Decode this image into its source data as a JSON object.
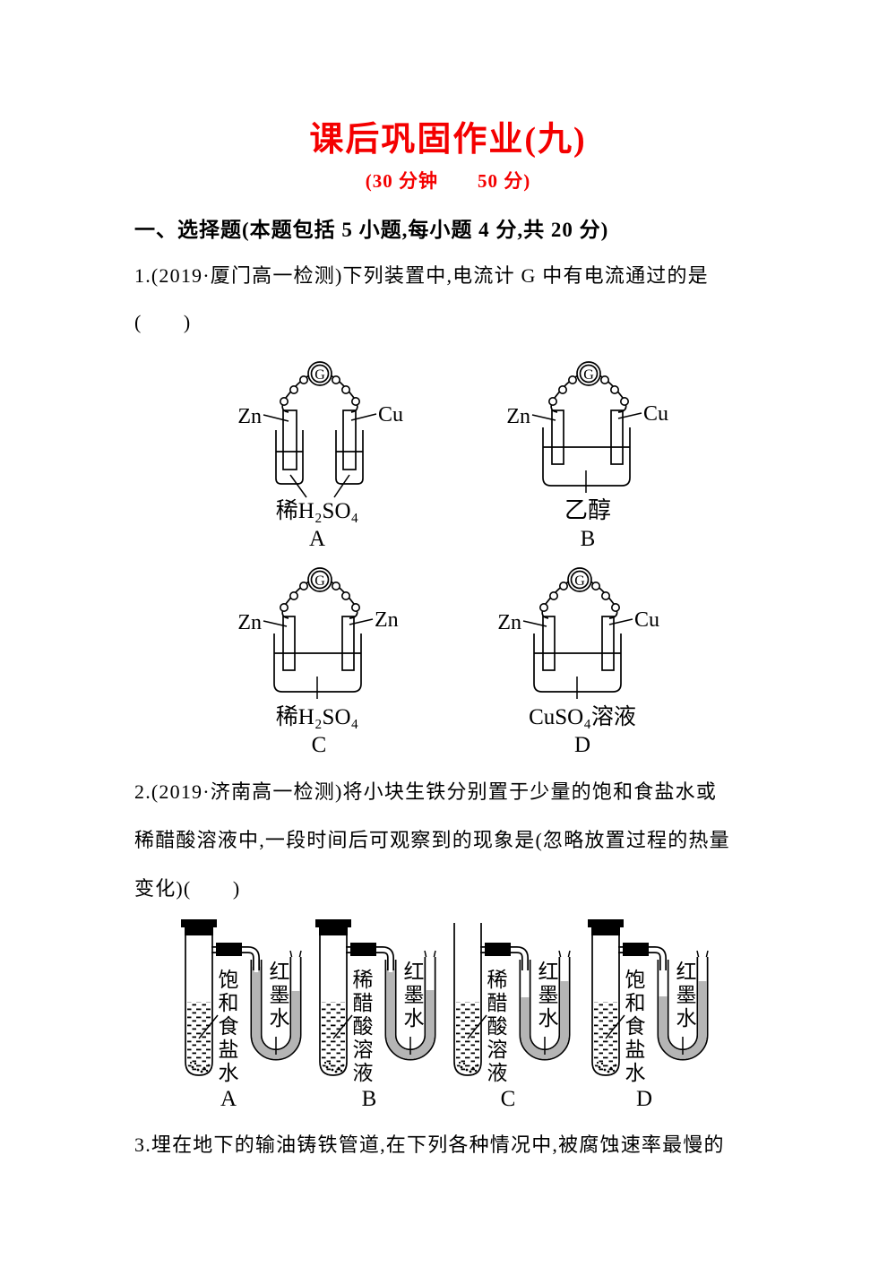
{
  "page": {
    "title": "课后巩固作业(九)",
    "subtitle": "(30 分钟　　50 分)",
    "section_heading": "一、选择题(本题包括 5 小题,每小题 4 分,共 20 分)"
  },
  "q1": {
    "line1": "1.(2019·厦门高一检测)下列装置中,电流计 G 中有电流通过的是",
    "answer_blank": "(　　)",
    "diagrams": [
      {
        "letter": "A",
        "meter": "G",
        "left_electrode": "Zn",
        "right_electrode": "Cu",
        "solution": "稀H₂SO₄",
        "vessel": "two separate beakers"
      },
      {
        "letter": "B",
        "meter": "G",
        "left_electrode": "Zn",
        "right_electrode": "Cu",
        "solution": "乙醇",
        "vessel": "single beaker"
      },
      {
        "letter": "C",
        "meter": "G",
        "left_electrode": "Zn",
        "right_electrode": "Zn",
        "solution": "稀H₂SO₄",
        "vessel": "single beaker"
      },
      {
        "letter": "D",
        "meter": "G",
        "left_electrode": "Zn",
        "right_electrode": "Cu",
        "solution": "CuSO₄溶液",
        "vessel": "single beaker"
      }
    ]
  },
  "q2": {
    "line1": "2.(2019·济南高一检测)将小块生铁分别置于少量的饱和食盐水或",
    "line2": "稀醋酸溶液中,一段时间后可观察到的现象是(忽略放置过程的热量",
    "line3": "变化)(　　)",
    "diagrams": [
      {
        "letter": "A",
        "solution": "饱和食盐水",
        "ink": "红墨水",
        "capped": true,
        "ink_level": "left-high"
      },
      {
        "letter": "B",
        "solution": "稀醋酸溶液",
        "ink": "红墨水",
        "capped": true,
        "ink_level": "left-high"
      },
      {
        "letter": "C",
        "solution": "稀醋酸溶液",
        "ink": "红墨水",
        "capped": false,
        "ink_level": "right-high"
      },
      {
        "letter": "D",
        "solution": "饱和食盐水",
        "ink": "红墨水",
        "capped": true,
        "ink_level": "right-high"
      }
    ]
  },
  "q3": {
    "line1": "3.埋在地下的输油铸铁管道,在下列各种情况中,被腐蚀速率最慢的"
  },
  "colors": {
    "accent_red": "#f40000",
    "ink_gray": "#b5b5b5"
  }
}
